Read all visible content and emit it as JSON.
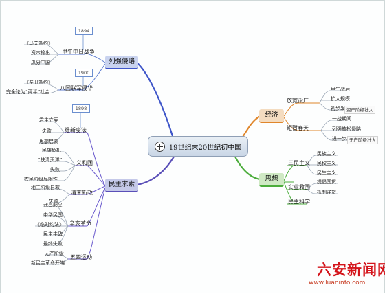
{
  "center": {
    "label": "19世纪末20世纪初中国"
  },
  "branches": {
    "aggression": {
      "label": "列强侵略",
      "year1": "1894",
      "war1": "甲午中日战争",
      "war1_items": [
        "《马关条约》",
        "资本输出",
        "瓜分中国"
      ],
      "year2": "1900",
      "war2": "八国联军侵华",
      "war2_items": [
        "《辛丑条约》",
        "完全沦为“两半”社会"
      ]
    },
    "democracy": {
      "label": "民主求索",
      "year": "1898",
      "reform": "维新变法",
      "reform_items": [
        "君主立宪",
        "失败",
        "思想启蒙"
      ],
      "boxer": "义和团",
      "boxer_items": [
        "民族危机",
        "“扶清灭洋”",
        "失败",
        "农民阶级局限性"
      ],
      "newpolicy": "清末新政",
      "newpolicy_items": [
        "地主阶级自救",
        "失败"
      ],
      "xinhai": "辛亥革命",
      "xinhai_items": [
        "武昌起义",
        "中华民国",
        "《临时约法》",
        "民主丰碑",
        "最终失败"
      ],
      "mayfourth": "五四运动",
      "mayfourth_items": [
        "无产阶级",
        "新民主革命开端"
      ]
    },
    "economy": {
      "label": "经济",
      "sub1": "放宽设厂",
      "sub1_items": [
        "甲午战后",
        "扩大规模",
        "初步发展"
      ],
      "note1": "资产阶级壮大",
      "sub2": "短暂春天",
      "sub2_items": [
        "一战期间",
        "列强放松侵略",
        "进一步发展"
      ],
      "note2": "无产阶级壮大"
    },
    "thought": {
      "label": "思想",
      "sub1": "三民主义",
      "sub1_items": [
        "民族主义",
        "民权主义",
        "民生主义"
      ],
      "sub2": "实业救国",
      "sub2_items": [
        "提倡国货",
        "抵制洋货"
      ],
      "sub3": "民主科学"
    }
  },
  "watermark": {
    "logo": "六安新闻网",
    "url": "www.luaninfo.com"
  }
}
